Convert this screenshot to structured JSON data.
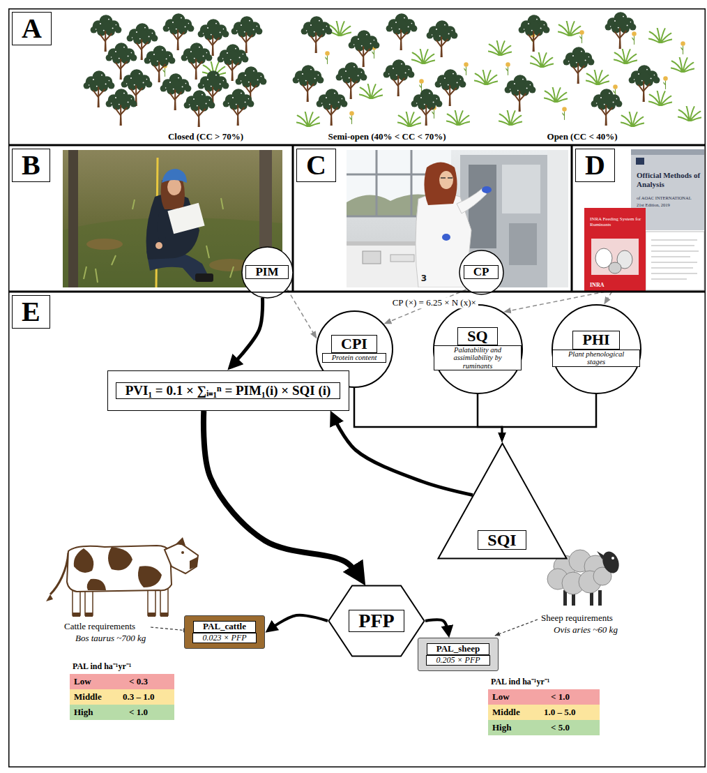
{
  "diagram": {
    "nodes": [
      {
        "text": [
          "A"
        ]
      },
      {
        "text": [
          "B"
        ]
      },
      {
        "text": [
          "PIM"
        ],
        "in": 1
      },
      {
        "text": [
          "C"
        ]
      },
      {
        "text": [
          "CP"
        ],
        "in": 3
      },
      {
        "text": [
          "D"
        ]
      },
      {
        "text": [
          "E"
        ]
      },
      {
        "text": [
          "CPI",
          "Protein content"
        ],
        "in": 6
      },
      {
        "text": [
          "SQ",
          "Palatability and assimilability by ruminants"
        ],
        "in": 6
      },
      {
        "text": [
          "PHI",
          "Plant phenological stages"
        ],
        "in": 6
      },
      {
        "text": [
          "PVI₁ = 0.1 × ∑ᵢ₌₁ⁿ = PIM₁(i) × SQI (i)"
        ],
        "in": 6
      },
      {
        "text": [
          "SQI"
        ],
        "in": 6
      },
      {
        "text": [
          "PFP"
        ],
        "in": 6
      },
      {
        "text": [
          "PAL_cattle",
          "0.023 × PFP"
        ],
        "in": 6
      },
      {
        "text": [
          "PAL_sheep",
          "0.205 × PFP"
        ],
        "in": 6
      }
    ],
    "edges": [
      {
        "from": 2,
        "to": 10,
        "arrow": "to"
      },
      {
        "from": 2,
        "to": 7,
        "arrow": "to"
      },
      {
        "from": 4,
        "to": 7,
        "arrow": "to",
        "label": "CP (×) = 6.25 × N (x)×"
      },
      {
        "from": 5,
        "to": 8,
        "arrow": "to"
      },
      {
        "from": 5,
        "to": 9,
        "arrow": "to"
      },
      {
        "from": 7,
        "to": 11,
        "arrow": "to"
      },
      {
        "from": 8,
        "to": 11,
        "arrow": "to"
      },
      {
        "from": 9,
        "to": 11,
        "arrow": "to"
      },
      {
        "from": 11,
        "to": 10,
        "arrow": "to"
      },
      {
        "from": 10,
        "to": 12,
        "arrow": "to"
      },
      {
        "from": 12,
        "to": 13,
        "arrow": "to"
      },
      {
        "from": 12,
        "to": 14,
        "arrow": "to"
      }
    ],
    "labels": [
      "Closed (CC > 70%)",
      "Semi-open (40% < CC < 70%)",
      "Open (CC < 40%)",
      "Official Methods of Analysis",
      "of AOAC INTERNATIONAL",
      "21st Edition, 2019",
      "INRA Feeding System for Ruminants",
      "Cattle requirements",
      "Bos taurus ~700 kg",
      "Sheep requirements",
      "Ovis aries ~60 kg",
      "PAL ind ha⁻¹yr⁻¹",
      "Low",
      "< 0.3",
      "Middle",
      "0.3 – 1.0",
      "High",
      "< 1.0",
      "PAL ind ha⁻¹yr⁻¹",
      "Low",
      "< 1.0",
      "Middle",
      "1.0 – 5.0",
      "High",
      "< 5.0",
      "3",
      "INRA"
    ]
  }
}
